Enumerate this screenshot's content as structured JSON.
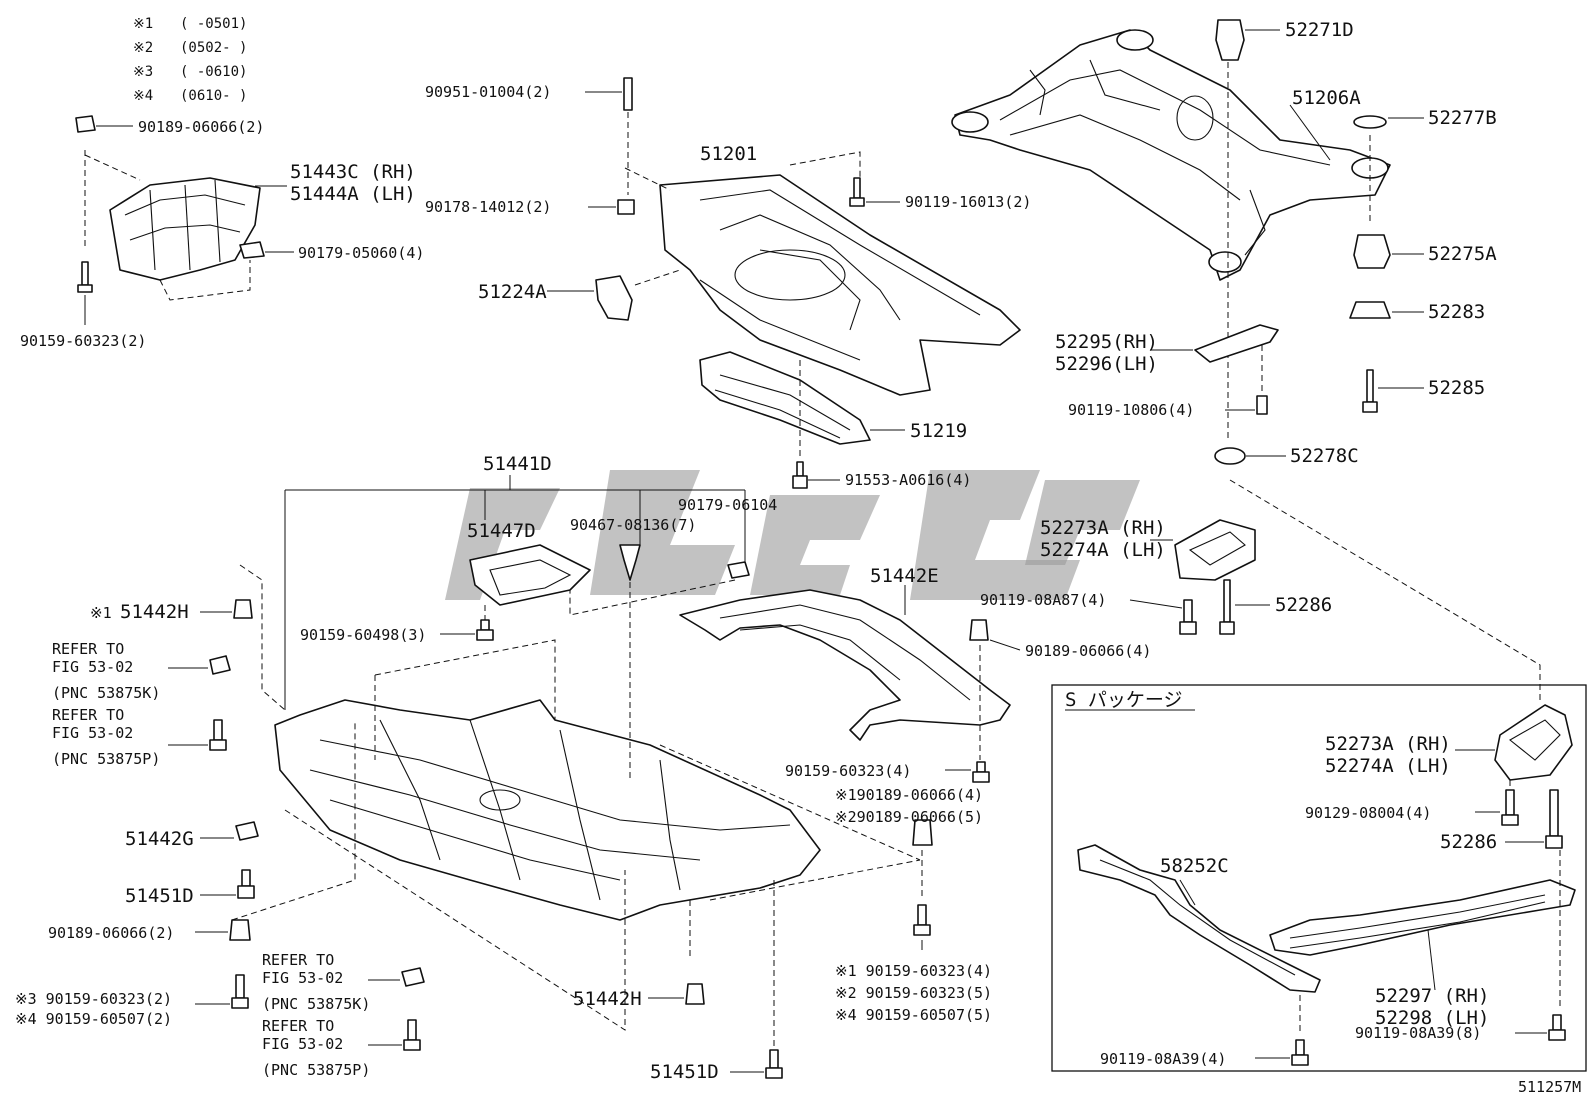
{
  "legend": [
    {
      "mark": "※1",
      "range": "(      -0501)"
    },
    {
      "mark": "※2",
      "range": "(0502-      )"
    },
    {
      "mark": "※3",
      "range": "(      -0610)"
    },
    {
      "mark": "※4",
      "range": "(0610-      )"
    }
  ],
  "labels": {
    "p90189_06066_2_top": "90189-06066(2)",
    "p51443C": "51443C (RH)",
    "p51444A": "51444A (LH)",
    "p90179_05060": "90179-05060(4)",
    "p90159_60323_2": "90159-60323(2)",
    "p90951_01004": "90951-01004(2)",
    "p51201": "51201",
    "p90178_14012": "90178-14012(2)",
    "p90119_16013": "90119-16013(2)",
    "p51224A": "51224A",
    "p51219": "51219",
    "p91553_A0616": "91553-A0616(4)",
    "p52271D": "52271D",
    "p51206A": "51206A",
    "p52277B": "52277B",
    "p52275A": "52275A",
    "p52283": "52283",
    "p52295": "52295(RH)",
    "p52296": "52296(LH)",
    "p52285": "52285",
    "p90119_10806": "90119-10806(4)",
    "p52278C": "52278C",
    "p52273A_top": "52273A (RH)",
    "p52274A_top": "52274A (LH)",
    "p52286_top": "52286",
    "p90119_08A87": "90119-08A87(4)",
    "p51441D": "51441D",
    "p51447D": "51447D",
    "p90467_08136": "90467-08136(7)",
    "p90179_06104": "90179-06104",
    "p51442E": "51442E",
    "p90189_06066_4_mid": "90189-06066(4)",
    "p51442H_top_mark": "※1",
    "p51442H_top": "51442H",
    "p90159_60498": "90159-60498(3)",
    "refer1_a": "REFER TO",
    "refer1_b": "FIG 53-02",
    "refer1_c": "(PNC 53875K)",
    "refer2_a": "REFER TO",
    "refer2_b": "FIG 53-02",
    "refer2_c": "(PNC 53875P)",
    "p90159_60323_4": "90159-60323(4)",
    "p_s1_90189": "※190189-06066(4)",
    "p_s2_90189": "※290189-06066(5)",
    "p51442G": "51442G",
    "p51451D_left": "51451D",
    "p90189_06066_2_low": "90189-06066(2)",
    "p_s3_90159": "※3 90159-60323(2)",
    "p_s4_90159": "※4 90159-60507(2)",
    "refer3_a": "REFER TO",
    "refer3_b": "FIG 53-02",
    "refer3_c": "(PNC 53875K)",
    "refer4_a": "REFER TO",
    "refer4_b": "FIG 53-02",
    "refer4_c": "(PNC 53875P)",
    "p51442H_bottom": "51442H",
    "p51451D_bottom": "51451D",
    "p_s1_90159_60323_4": "※1 90159-60323(4)",
    "p_s2_90159_60323_5": "※2 90159-60323(5)",
    "p_s4_90159_60507_5": "※4 90159-60507(5)",
    "spkg_title": "S パッケージ",
    "p52273A_box": "52273A (RH)",
    "p52274A_box": "52274A (LH)",
    "p90129_08004": "90129-08004(4)",
    "p52286_box": "52286",
    "p58252C": "58252C",
    "p52297": "52297 (RH)",
    "p52298": "52298 (LH)",
    "p90119_08A39_8": "90119-08A39(8)",
    "p90119_08A39_4": "90119-08A39(4)",
    "figure_id": "511257M"
  }
}
